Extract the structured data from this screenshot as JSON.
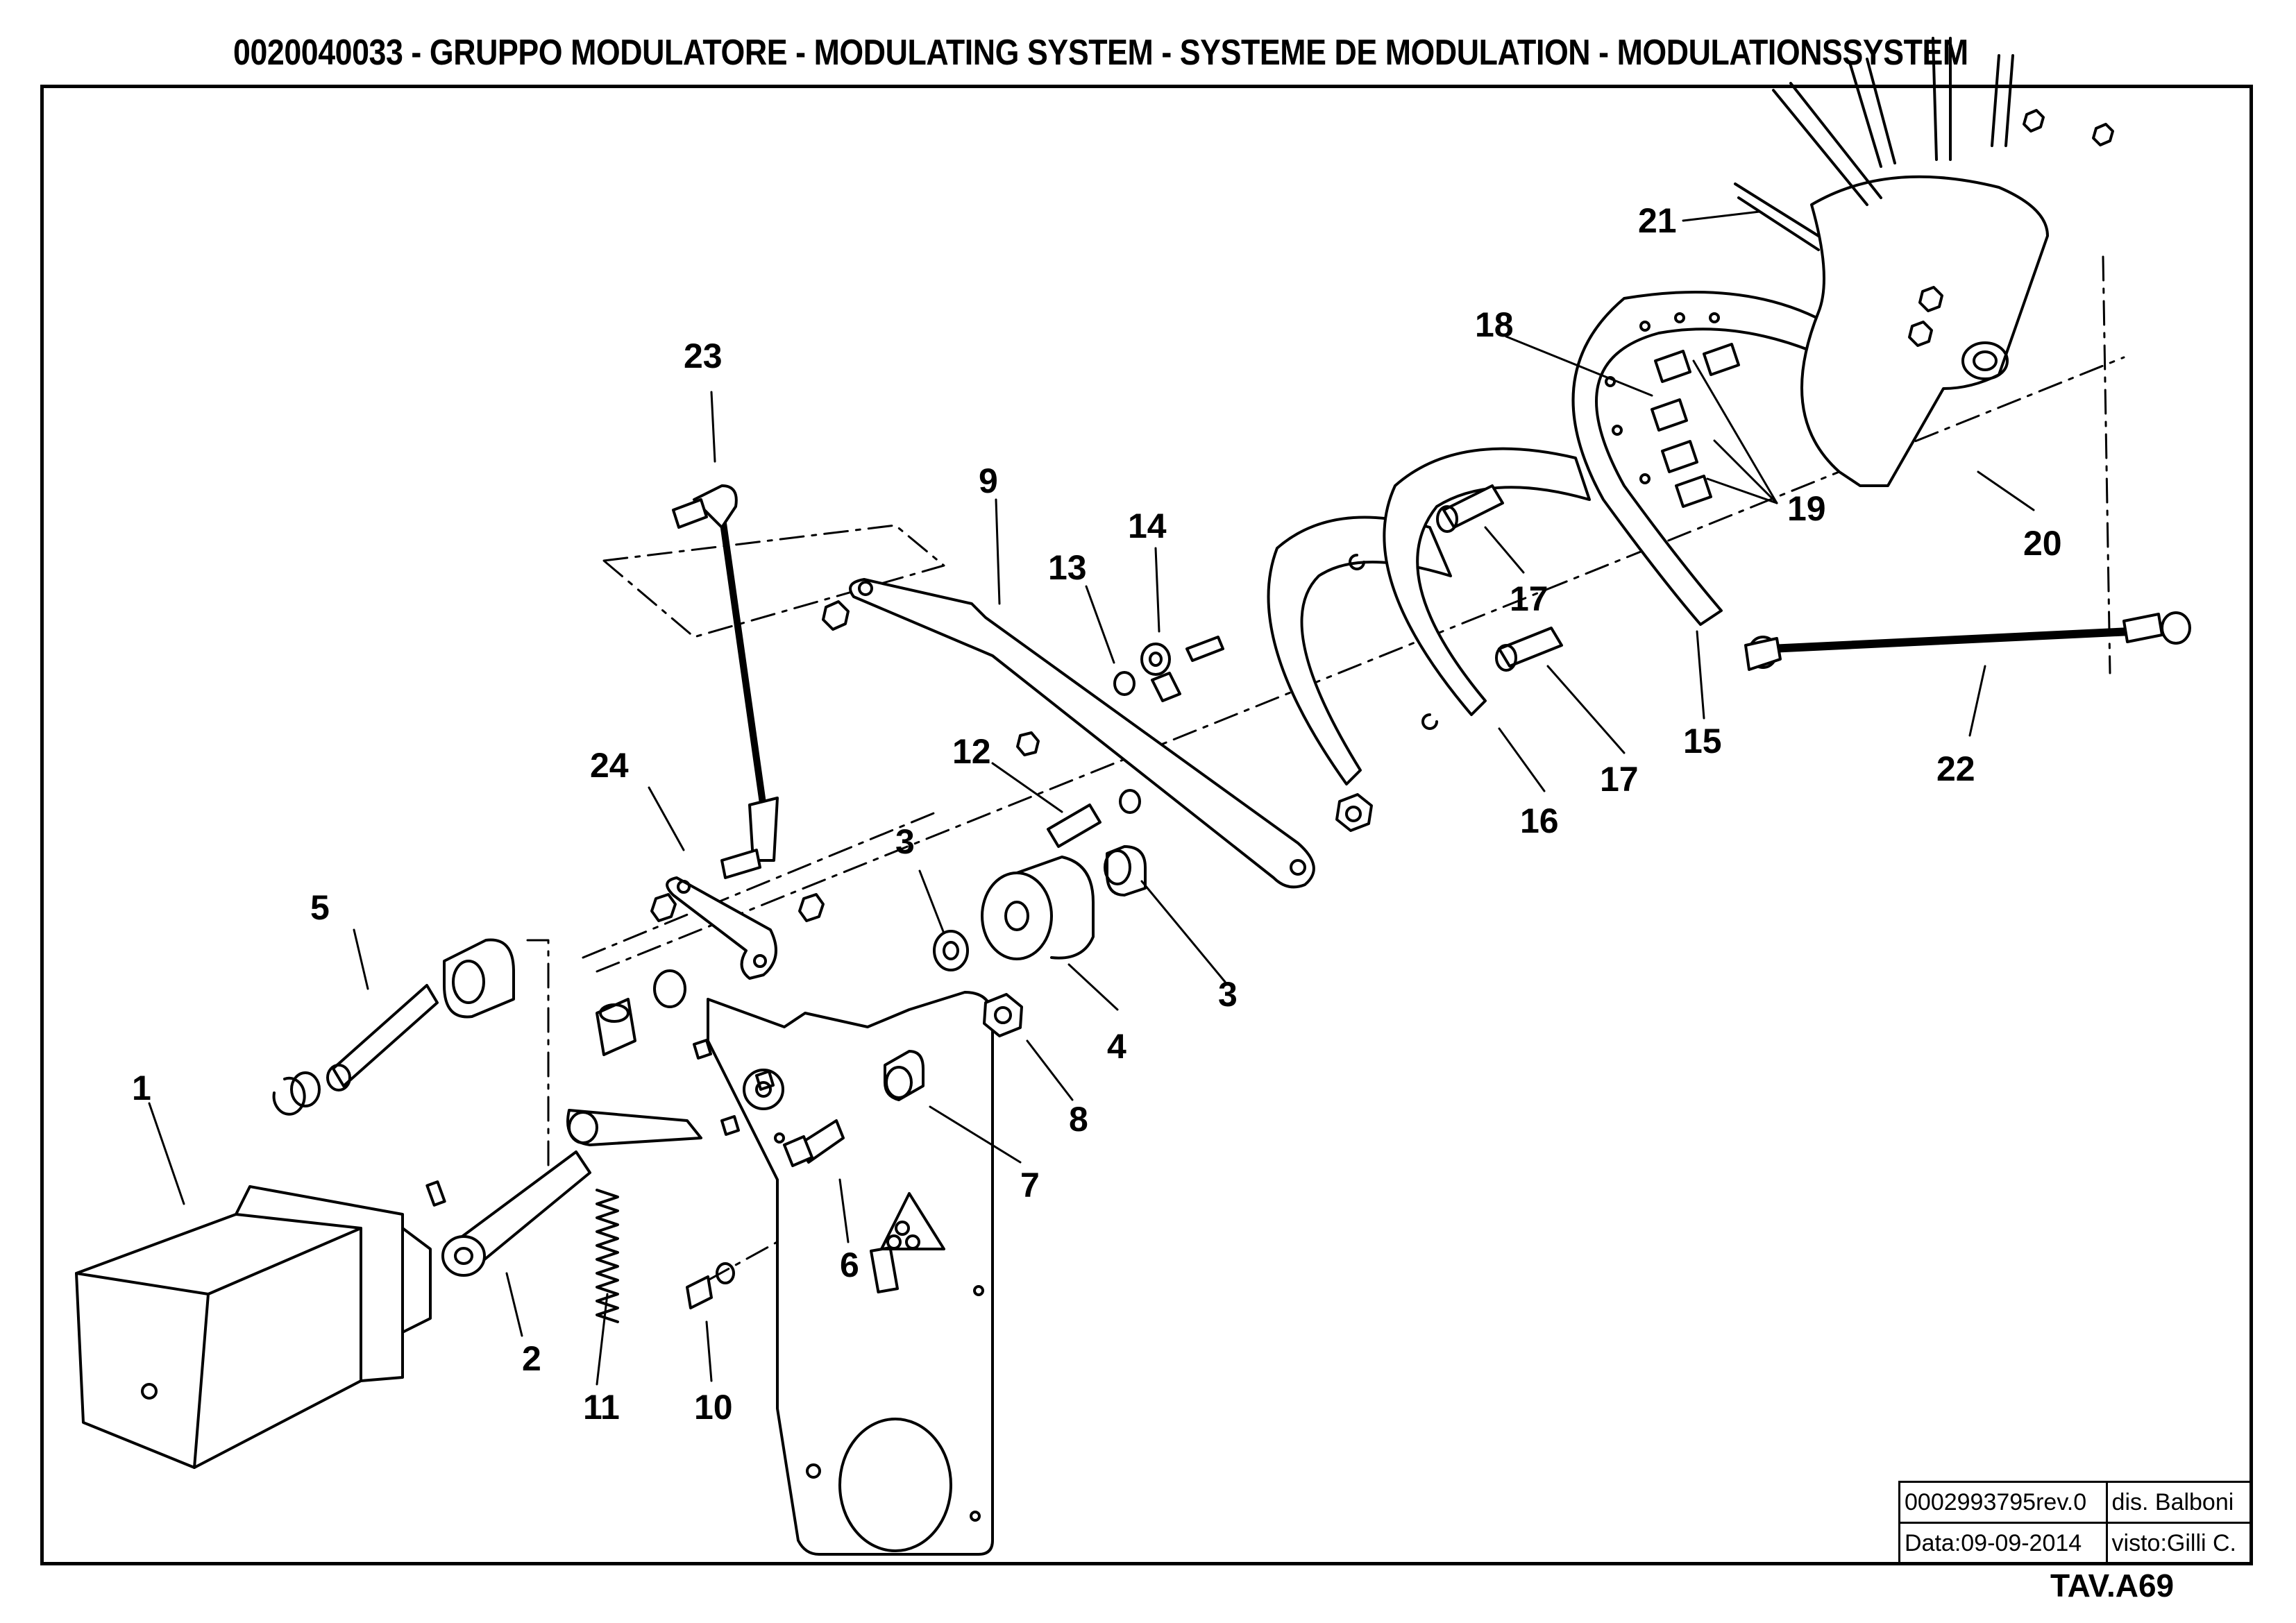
{
  "title": "0020040033 - GRUPPO MODULATORE - MODULATING SYSTEM - SYSTEME DE MODULATION - MODULATIONSSYSTEM",
  "callouts": [
    "1",
    "2",
    "3",
    "3",
    "4",
    "5",
    "6",
    "7",
    "8",
    "9",
    "10",
    "11",
    "12",
    "13",
    "14",
    "15",
    "16",
    "17",
    "17",
    "18",
    "19",
    "20",
    "21",
    "22",
    "23",
    "24"
  ],
  "title_block": {
    "drawing_code": "0002993795rev.0",
    "drawn_by": "dis. Balboni",
    "date": "Data:09-09-2014",
    "checked_by": "visto:Gilli C."
  },
  "sheet": "TAV.A69"
}
